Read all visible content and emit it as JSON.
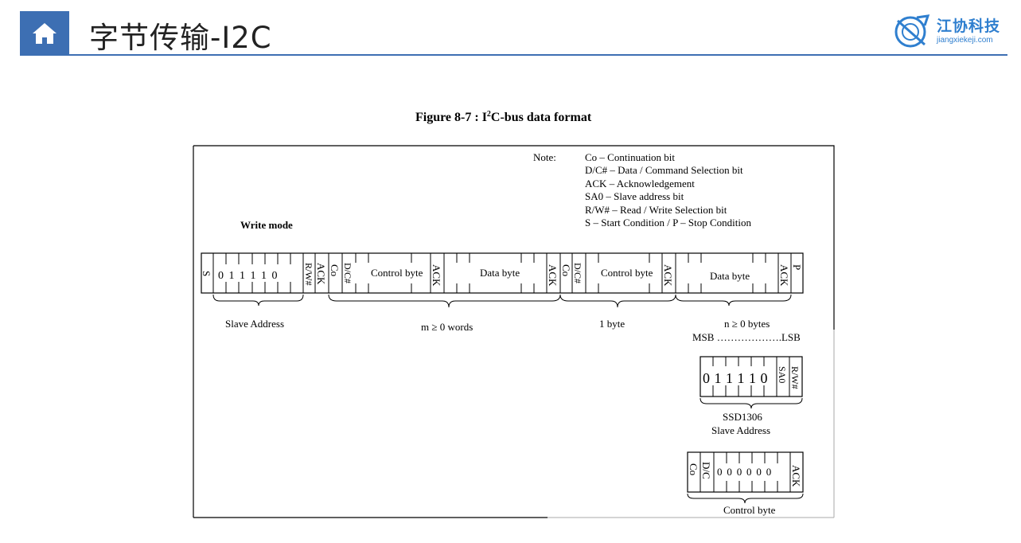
{
  "header": {
    "title": "字节传输-I2C",
    "logo_name": "江协科技",
    "logo_url": "jiangxiekeji.com",
    "accent_color": "#3d6fb3",
    "home_icon": "home-icon"
  },
  "figure": {
    "title_pre": "Figure 8-7 : I",
    "title_sup": "2",
    "title_post": "C-bus data format",
    "note_label": "Note:",
    "notes": [
      "Co – Continuation bit",
      "D/C# – Data / Command Selection bit",
      "ACK – Acknowledgement",
      "SA0 – Slave address bit",
      "R/W# – Read / Write Selection bit",
      "S – Start Condition / P – Stop Condition"
    ],
    "write_mode": "Write mode",
    "frame": {
      "s": "S",
      "slave_bits": "0 1 1 1 1 0",
      "rw": "R/W#",
      "ack": "ACK",
      "co": "Co",
      "dc": "D/C#",
      "control_byte": "Control byte",
      "data_byte": "Data byte",
      "p": "P"
    },
    "braces": {
      "slave_address": "Slave Address",
      "m_words": "m ≥ 0 words",
      "one_byte": "1 byte",
      "n_bytes": "n  ≥  0 bytes"
    },
    "msb_lsb": "MSB ……………….LSB",
    "ssd": {
      "bits": "0 1 1 1 1 0",
      "sa0": "SA0",
      "rw": "R/W#",
      "label1": "SSD1306",
      "label2": "Slave Address"
    },
    "control": {
      "co": "Co",
      "dc": "D/C",
      "bits": "0 0 0 0 0 0",
      "ack": "ACK",
      "label": "Control byte"
    }
  }
}
